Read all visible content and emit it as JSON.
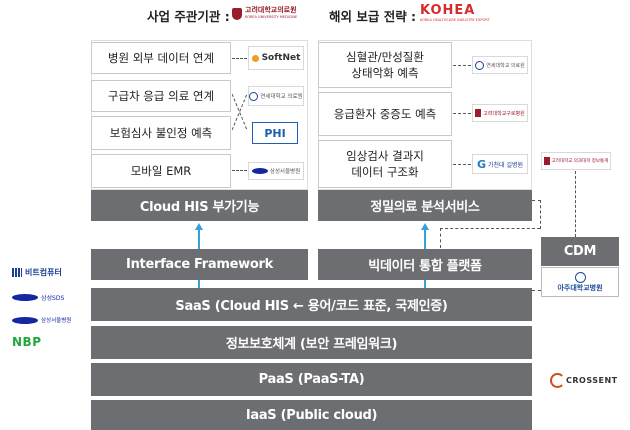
{
  "header": {
    "sponsor_label": "사업 주관기관 :",
    "sponsor_logo_text": "고려대학교의료원",
    "sponsor_logo_sub": "KOREA UNIVERSITY MEDICINE",
    "overseas_label": "해외 보급 전략 :",
    "overseas_logo_text": "KOHEA",
    "overseas_logo_sub": "KOREA HEALTHCARE INDUSTRY EXPORT"
  },
  "left_panel": {
    "items": [
      {
        "label": "병원 외부 데이터 연계",
        "partner": "SoftNet"
      },
      {
        "label": "구급차 응급 의료 연계",
        "partner": "연세대학교 의료원"
      },
      {
        "label": "보험심사 불인정 예측",
        "partner": "PHI"
      },
      {
        "label": "모바일 EMR",
        "partner": "삼성서울병원"
      }
    ],
    "bar": "Cloud HIS 부가기능"
  },
  "right_panel": {
    "items": [
      {
        "label": "심혈관/만성질환\n상태악화 예측",
        "partner": "연세대학교 의료원"
      },
      {
        "label": "응급환자 중증도 예측",
        "partner": "고려대학교구로병원"
      },
      {
        "label": "임상검사 결과지\n데이터 구조화",
        "partner": "가천대 길병원"
      }
    ],
    "bar": "정밀의료 분석서비스",
    "side_logo": "고려대학교 의과대학 정보통계"
  },
  "cdm": {
    "label": "CDM",
    "logo": "아주대학교병원"
  },
  "layers": {
    "interface": "Interface Framework",
    "bigdata": "빅데이터 통합 플랫폼",
    "saas": "SaaS (Cloud HIS ← 용어/코드 표준, 국제인증)",
    "security": "정보보호체계 (보안 프레임워크)",
    "paas": "PaaS (PaaS-TA)",
    "iaas": "IaaS (Public cloud)"
  },
  "left_logos": [
    "비트컴퓨터",
    "삼성SDS",
    "삼성서울병원",
    "NBP"
  ],
  "crossent_logo": "CROSSENT"
}
